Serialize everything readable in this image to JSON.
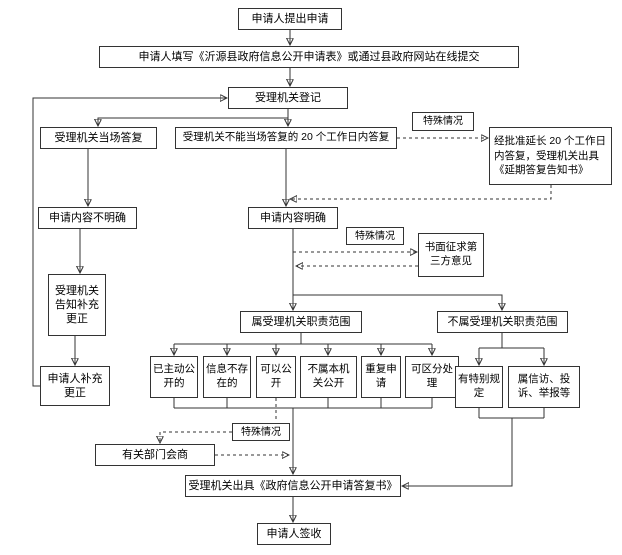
{
  "colors": {
    "background": "#ffffff",
    "box_border": "#333333",
    "line": "#333333",
    "text": "#000000"
  },
  "nodes": {
    "apply": {
      "label": "申请人提出申请"
    },
    "fill_form": {
      "label": "申请人填写《沂源县政府信息公开申请表》或通过县政府网站在线提交"
    },
    "register": {
      "label": "受理机关登记"
    },
    "onspot_reply": {
      "label": "受理机关当场答复"
    },
    "deferred_reply": {
      "label": "受理机关不能当场答复的 20 个工作日内答复"
    },
    "special_case_1": {
      "label": "特殊情况"
    },
    "extended_reply": {
      "label": "经批准延长 20 个工作日内答复，受理机关出具《延期答复告知书》"
    },
    "content_unclear": {
      "label": "申请内容不明确"
    },
    "content_clear": {
      "label": "申请内容明确"
    },
    "special_case_2": {
      "label": "特殊情况"
    },
    "third_party": {
      "label": "书面征求第三方意见"
    },
    "notify_supplement": {
      "label": "受理机关告知补充更正"
    },
    "applicant_supplement": {
      "label": "申请人补充更正"
    },
    "in_scope": {
      "label": "属受理机关职责范围"
    },
    "out_scope": {
      "label": "不属受理机关职责范围"
    },
    "already_public": {
      "label": "已主动公开的"
    },
    "info_not_exist": {
      "label": "信息不存在的"
    },
    "can_disclose": {
      "label": "可以公开"
    },
    "not_this_agency": {
      "label": "不属本机关公开"
    },
    "repeat_request": {
      "label": "重复申请"
    },
    "separable": {
      "label": "可区分处理"
    },
    "special_provision": {
      "label": "有特别规定"
    },
    "petition": {
      "label": "属信访、投诉、举报等"
    },
    "special_case_3": {
      "label": "特殊情况"
    },
    "consultation": {
      "label": "有关部门会商"
    },
    "reply_document": {
      "label": "受理机关出具《政府信息公开申请答复书》"
    },
    "sign": {
      "label": "申请人签收"
    }
  }
}
